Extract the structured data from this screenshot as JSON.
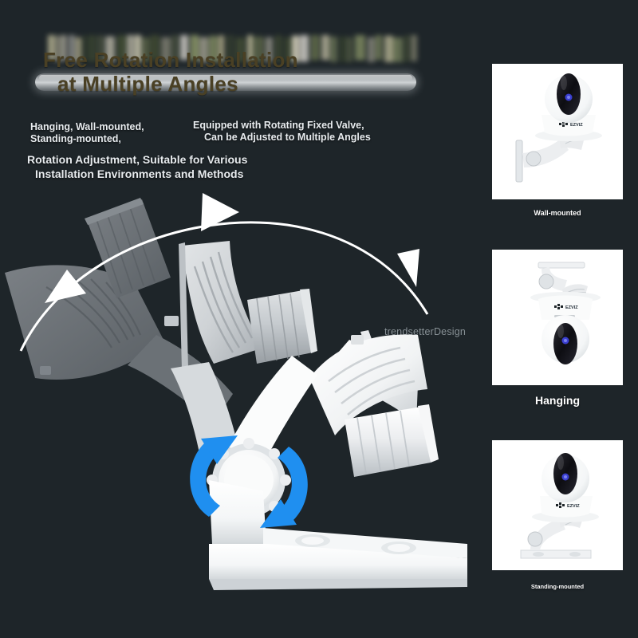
{
  "theme": {
    "background": "#1e2529",
    "headline_color": "#4a4024",
    "body_text_color": "#e8ecef",
    "accent_blue": "#1f8ff0",
    "arc_white": "#ffffff",
    "ghost_gray": "#6b7075",
    "panel_bg": "#ffffff",
    "watermark_color": "#9aa3a8"
  },
  "headline": {
    "line1": "Free Rotation Installation",
    "line2": "at Multiple Angles"
  },
  "features": {
    "mount_types": {
      "line1": "Hanging, Wall-mounted,",
      "line2": "Standing-mounted,"
    },
    "valve": {
      "line1": "Equipped with Rotating Fixed Valve,",
      "line2": "Can be Adjusted to Multiple Angles"
    },
    "adjustment": {
      "line1": "Rotation Adjustment, Suitable for Various",
      "line2": "Installation Environments and Methods"
    }
  },
  "watermark": "trendsetterDesign",
  "brand_logo_text": "EZVIZ",
  "panels": [
    {
      "label": "Wall-mounted",
      "orientation": "wall",
      "name": "panel-wall-mounted"
    },
    {
      "label": "Hanging",
      "orientation": "ceiling",
      "name": "panel-hanging"
    },
    {
      "label": "Standing-mounted",
      "orientation": "standing",
      "name": "panel-standing-mounted"
    }
  ],
  "illustration": {
    "arc_label": "rotation-arc",
    "arrow_count": 3,
    "rotation_arrows": 2,
    "bracket_positions": [
      "ghost-left",
      "upper-gray",
      "main-white"
    ],
    "screw_holes": 2
  }
}
